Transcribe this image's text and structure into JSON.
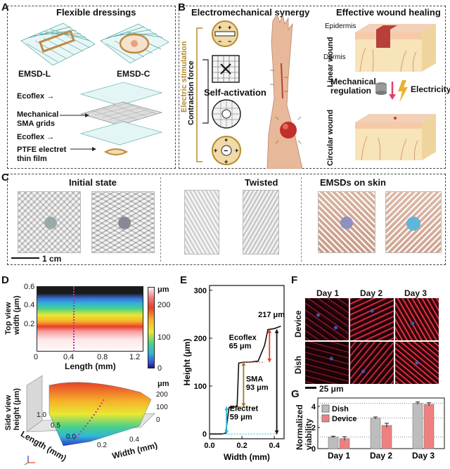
{
  "panel_letters": {
    "a": "A",
    "b": "B",
    "c": "C",
    "d": "D",
    "e": "E",
    "f": "F",
    "g": "G"
  },
  "panel_a": {
    "title": "Flexible dressings",
    "emsd_l": "EMSD-L",
    "emsd_c": "EMSD-C",
    "layers": [
      "Ecoflex",
      "Mechanical\nSMA grids",
      "Ecoflex",
      "PTFE electret\nthin film"
    ]
  },
  "panel_b": {
    "title_left": "Electromechanical  synergy",
    "title_right": "Effective wound healing",
    "electric_stimulation": "Electric stimulation",
    "contraction_force": "Contraction force",
    "self_activation": "Self-activation",
    "epidermis": "Epidermis",
    "dermis": "Dermis",
    "linear_wound": "Linear wound",
    "circular_wound": "Circular wound",
    "mechanical_regulation": "Mechanical\nregulation",
    "electricity": "Electricity"
  },
  "panel_c": {
    "initial_state": "Initial state",
    "twisted": "Twisted",
    "emsds_on_skin": "EMSDs on skin",
    "scale_bar": "1 cm"
  },
  "panel_d": {
    "top_ylabel": "Top view\nwidth (μm)",
    "top_yticks": [
      "0.6",
      "0.4",
      "0.2"
    ],
    "top_xticks": [
      "0",
      "0.4",
      "0.8",
      "1.2"
    ],
    "top_xlabel": "Length (mm)",
    "colorbar_unit": "μm",
    "colorbar_ticks": [
      "200",
      "100",
      "0"
    ],
    "side_ylabel": "Side view\nheight (μm)",
    "side_zticks": [
      "200",
      "100",
      "0"
    ],
    "side_xlabel": "Width (mm)",
    "side_xticks": [
      "0.2",
      "0.4"
    ],
    "side_ylabel2": "Length (mm)",
    "side_yticks": [
      "1.0",
      "0.5",
      "0.0"
    ],
    "bottom_unit": "μm"
  },
  "panel_e": {
    "ylabel": "Height (μm)",
    "xlabel": "Width (mm)",
    "yticks": [
      "300",
      "200",
      "100",
      "0"
    ],
    "xticks": [
      "0.0",
      "0.2",
      "0.4"
    ],
    "total": "217 μm",
    "ecoflex": "Ecoflex\n65 μm",
    "sma": "SMA\n93 μm",
    "electret": "Electret\n59 μm"
  },
  "chart_data": {
    "type": "line",
    "x": [
      0.0,
      0.08,
      0.1,
      0.12,
      0.17,
      0.18,
      0.21,
      0.25,
      0.3,
      0.34,
      0.36,
      0.4,
      0.44
    ],
    "y": [
      0,
      0,
      2,
      55,
      57,
      148,
      150,
      150,
      152,
      185,
      218,
      220,
      225
    ],
    "xlabel": "Width (mm)",
    "ylabel": "Height (μm)",
    "xlim": [
      0.0,
      0.46
    ],
    "ylim": [
      -10,
      310
    ]
  },
  "panel_f": {
    "days": [
      "Day 1",
      "Day 2",
      "Day 3"
    ],
    "rows": [
      "Device",
      "Dish"
    ],
    "scale_bar": "25 μm"
  },
  "panel_g": {
    "ylabel": "Normalized\nviability",
    "yticks": [
      "4",
      "2",
      "0"
    ],
    "categories": [
      "Day 1",
      "Day 2",
      "Day 3"
    ],
    "series": [
      {
        "name": "Dish",
        "values": [
          1.1,
          2.9,
          4.3
        ],
        "errors": [
          0.08,
          0.1,
          0.12
        ],
        "color": "#bdbdbd"
      },
      {
        "name": "Device",
        "values": [
          0.95,
          2.2,
          4.2
        ],
        "errors": [
          0.18,
          0.2,
          0.15
        ],
        "color": "#f08080"
      }
    ],
    "ylim": [
      0,
      4.8
    ]
  }
}
